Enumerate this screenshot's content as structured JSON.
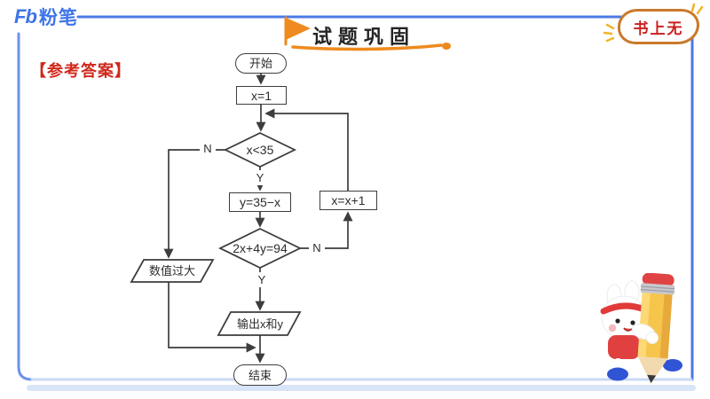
{
  "header": {
    "logo_mark": "Fb",
    "logo_name": "粉笔",
    "title": "试题巩固",
    "badge": "书上无"
  },
  "answer_label": "【参考答案】",
  "flowchart": {
    "nodes": {
      "start": "开始",
      "init": "x=1",
      "decision_x": "x<35",
      "assign_y": "y=35−x",
      "increment": "x=x+1",
      "decision_eq": "2x+4y=94",
      "too_large": "数值过大",
      "output": "输出x和y",
      "end": "结束"
    },
    "branch_labels": {
      "x_no": "N",
      "x_yes": "Y",
      "eq_no": "N",
      "eq_yes": "Y"
    }
  },
  "colors": {
    "frame_blue": "#4c78e6",
    "frame_bottom_bar": "#c6d9f5",
    "logo_blue": "#3d74e8",
    "accent_red": "#d0281c",
    "badge_text_red": "#cc1f1f",
    "badge_border_orange": "#c9792a",
    "flag_orange": "#ee8a1f",
    "flow_stroke": "#3d3d3d"
  }
}
